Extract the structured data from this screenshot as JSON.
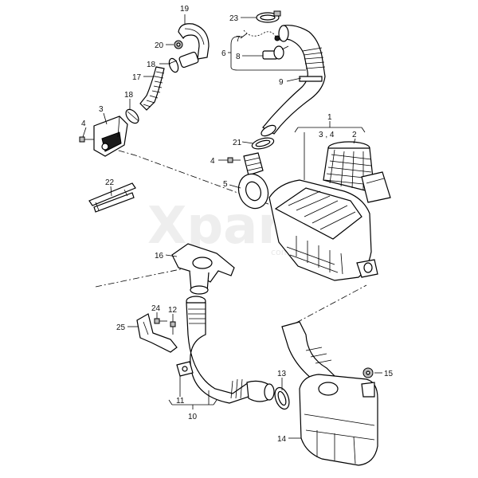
{
  "watermark": {
    "main": "Xparts",
    "sub": "com"
  },
  "callouts": {
    "c1": "1",
    "c2": "2",
    "c3": "3",
    "c34": "3 , 4",
    "c4a": "4",
    "c4b": "4",
    "c5": "5",
    "c6": "6",
    "c7": "7",
    "c8": "8",
    "c9": "9",
    "c10": "10",
    "c11": "11",
    "c12": "12",
    "c13": "13",
    "c14": "14",
    "c15": "15",
    "c16": "16",
    "c17": "17",
    "c18a": "18",
    "c18b": "18",
    "c19": "19",
    "c20": "20",
    "c21": "21",
    "c22": "22",
    "c23": "23",
    "c24": "24",
    "c25": "25"
  },
  "colors": {
    "line": "#000000",
    "fill": "#ffffff",
    "shade": "#bdbdbd",
    "dark": "#1a1a1a"
  }
}
